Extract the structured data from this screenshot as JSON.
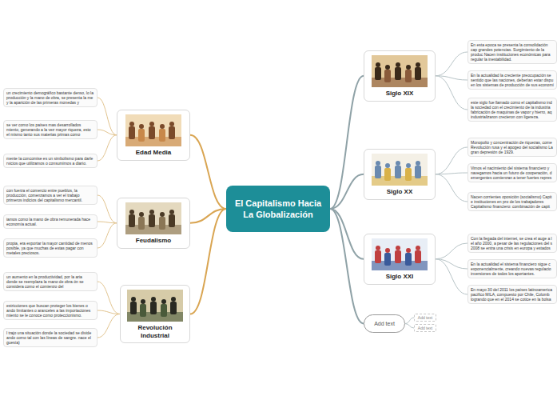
{
  "diagram": {
    "nodes": [
      {
        "text": [
          "El Capitalismo Hacia La Globalización"
        ]
      },
      {
        "text": [
          "Edad Media"
        ]
      },
      {
        "text": [
          "un crecimiento demográfico bastante denso, lo la producción y la mano de obra, se presenta la me y la aparición de las primeras monedas y"
        ]
      },
      {
        "text": [
          "se ver como los países mas desarrollados miento, generando a la vez mayor riqueza, esto el mismo tanto sus materias primas como"
        ]
      },
      {
        "text": [
          "mente la concomise es un simbolismo para darle rvicios que utilizamos o consumimos a diario."
        ]
      },
      {
        "text": [
          "Feudalismo"
        ]
      },
      {
        "text": [
          "con fuerza el comercio entre pueblos, la producción, comenzamos a ver el trabajo primeros indicios del capitalismo mercantil."
        ]
      },
      {
        "text": [
          "iamos como la mano de obra remunerada hace economía actual."
        ]
      },
      {
        "text": [
          "propia, era exportar la mayor cantidad de menos posible, ya que muchas de estas pagar con metales preciosos."
        ]
      },
      {
        "text": [
          "Revolución Industrial"
        ]
      },
      {
        "text": [
          "un aumento en la productividad, por la aria donde se reemplaza la mano de obra ón se considera como el comienzo del"
        ]
      },
      {
        "text": [
          "estricciones que buscan proteger los bienes o ando limitantes o aranceles a las importaciones miento se le conoce como proteccionismo."
        ]
      },
      {
        "text": [
          "l trajo una situación donde la sociedad se divide ando como tal con las líneas de sangre. nace el guesía)"
        ]
      },
      {
        "text": [
          "Siglo XIX"
        ]
      },
      {
        "text": [
          "En esta epoca se presenta la consolidación cap grandes potencias. Surgimiento de la produc Nacen instituciones económicas para regular la inestabilidad."
        ]
      },
      {
        "text": [
          "En la actualidad la creciente preocupación se sentido que las naciones, deberían estar dispu en los sistemas de producción de sus economí"
        ]
      },
      {
        "text": [
          "este siglo fue llamado como el capitalismo ind la sociedad con el crecimiento de la industria fabricación de maquinas de vapor y hierro, aq industrializaron crecieron con ligereza."
        ]
      },
      {
        "text": [
          "Siglo XX"
        ]
      },
      {
        "text": [
          "Monopolio y concentración de riquezas, come Revolución rusa y el apogeo del socialismo La gran depresión de 1929."
        ]
      },
      {
        "text": [
          "Vimos el nacimiento del sistema financiero y navegamos hacia un futuro de cooperación, d emergentes comienzan a tener fuertes repres"
        ]
      },
      {
        "text": [
          "Nacen corrientes oposición (socialismo) Capit e instituciones en pro de los trabajadores Capitalismo financiero: combinación de capit"
        ]
      },
      {
        "text": [
          "Siglo XXI"
        ]
      },
      {
        "text": [
          "Con la llegada del internet, se crea el auge a l el año 2000, a pesar de las regulaciones del s 2008 se entra una crisis en europa y estados"
        ]
      },
      {
        "text": [
          "En la actualidad el sistema financiero sigue c exponencialmente, creando nuevas regulacio inversiones de todos los aportantes."
        ]
      },
      {
        "text": [
          "En mayo 30 del 2011 los países latinoamerica pacifico MILA, compuesto por Chile, Colomb logrando que en el 2014 se cotice en la bolsa"
        ]
      },
      {
        "text": [
          "Add text"
        ]
      },
      {
        "text": [
          "Add text"
        ]
      },
      {
        "text": [
          "Add text"
        ]
      }
    ],
    "edges": [
      {
        "from": 0,
        "to": 1,
        "arrow": "none"
      },
      {
        "from": 1,
        "to": 2,
        "arrow": "none"
      },
      {
        "from": 1,
        "to": 3,
        "arrow": "none"
      },
      {
        "from": 1,
        "to": 4,
        "arrow": "none"
      },
      {
        "from": 0,
        "to": 5,
        "arrow": "none"
      },
      {
        "from": 5,
        "to": 6,
        "arrow": "none"
      },
      {
        "from": 5,
        "to": 7,
        "arrow": "none"
      },
      {
        "from": 5,
        "to": 8,
        "arrow": "none"
      },
      {
        "from": 0,
        "to": 9,
        "arrow": "none"
      },
      {
        "from": 9,
        "to": 10,
        "arrow": "none"
      },
      {
        "from": 9,
        "to": 11,
        "arrow": "none"
      },
      {
        "from": 9,
        "to": 12,
        "arrow": "none"
      },
      {
        "from": 0,
        "to": 13,
        "arrow": "none"
      },
      {
        "from": 13,
        "to": 14,
        "arrow": "none"
      },
      {
        "from": 13,
        "to": 15,
        "arrow": "none"
      },
      {
        "from": 13,
        "to": 16,
        "arrow": "none"
      },
      {
        "from": 0,
        "to": 17,
        "arrow": "none"
      },
      {
        "from": 17,
        "to": 18,
        "arrow": "none"
      },
      {
        "from": 17,
        "to": 19,
        "arrow": "none"
      },
      {
        "from": 17,
        "to": 20,
        "arrow": "none"
      },
      {
        "from": 0,
        "to": 21,
        "arrow": "none"
      },
      {
        "from": 21,
        "to": 22,
        "arrow": "none"
      },
      {
        "from": 21,
        "to": 23,
        "arrow": "none"
      },
      {
        "from": 21,
        "to": 24,
        "arrow": "none"
      },
      {
        "from": 0,
        "to": 25,
        "arrow": "none"
      },
      {
        "from": 25,
        "to": 26,
        "arrow": "none"
      },
      {
        "from": 25,
        "to": 27,
        "arrow": "none"
      }
    ]
  }
}
